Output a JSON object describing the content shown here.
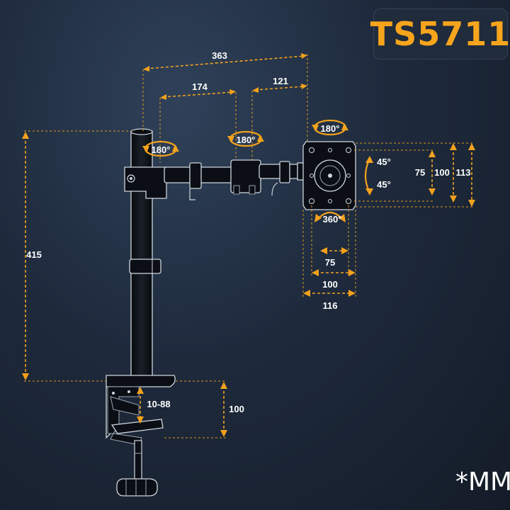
{
  "product": {
    "model": "TS5711"
  },
  "units_note": "*MM",
  "dimensions": {
    "arm_total_reach": "363",
    "arm_segment_1": "174",
    "arm_segment_2": "121",
    "pole_height": "415",
    "clamp_depth": "100",
    "clamp_range": "10-88",
    "vesa_small": "75",
    "vesa_large": "100",
    "plate_width": "116",
    "plate_height": "113"
  },
  "rotations": {
    "pole_swivel": "180°",
    "elbow_swivel": "180°",
    "head_swivel": "180°",
    "tilt_up": "45°",
    "tilt_down": "45°",
    "rotation": "360°"
  },
  "colors": {
    "accent": "#f3a21c",
    "title": "#f7a51c",
    "background": "#1e2a3c"
  }
}
